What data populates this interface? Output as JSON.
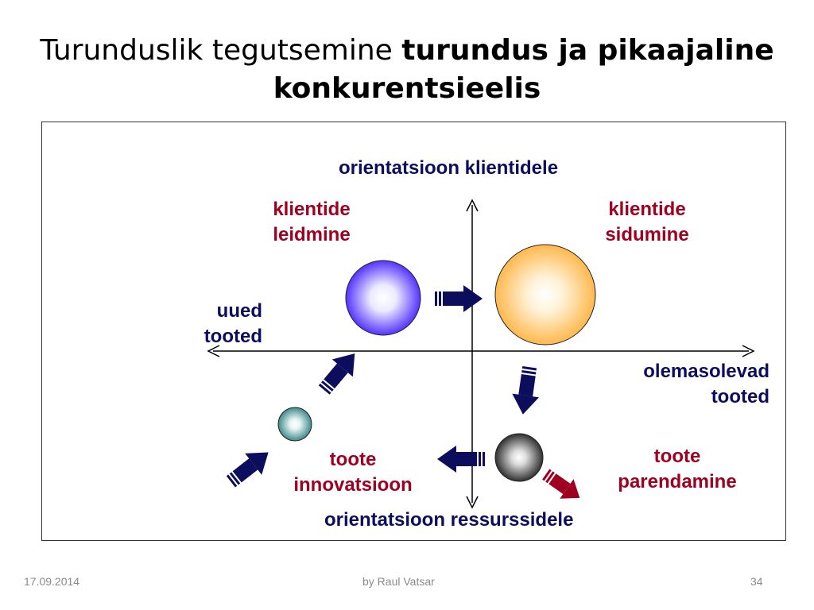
{
  "title": {
    "normal": "Turunduslik tegutsemine",
    "bold_line1": "turundus ja pikaajaline",
    "bold_line2": "konkurentsieelis"
  },
  "axes": {
    "top": "orientatsioon klientidele",
    "bottom": "orientatsioon ressurssidele",
    "left": [
      "uued",
      "tooted"
    ],
    "right": [
      "olemasolevad",
      "tooted"
    ]
  },
  "quadrants": {
    "top_left": [
      "klientide",
      "leidmine"
    ],
    "top_right": [
      "klientide",
      "sidumine"
    ],
    "bottom_left": [
      "toote",
      "innovatsioon"
    ],
    "bottom_right": [
      "toote",
      "parendamine"
    ]
  },
  "colors": {
    "navy": "#0d0d5e",
    "red": "#a00020",
    "purple_sphere": "#5533ff",
    "orange_sphere": "#ffb84d",
    "teal_sphere": "#3f8a8a",
    "gray_sphere": "#303030"
  },
  "footer": {
    "date": "17.09.2014",
    "author": "by Raul Vatsar",
    "page": "34"
  }
}
